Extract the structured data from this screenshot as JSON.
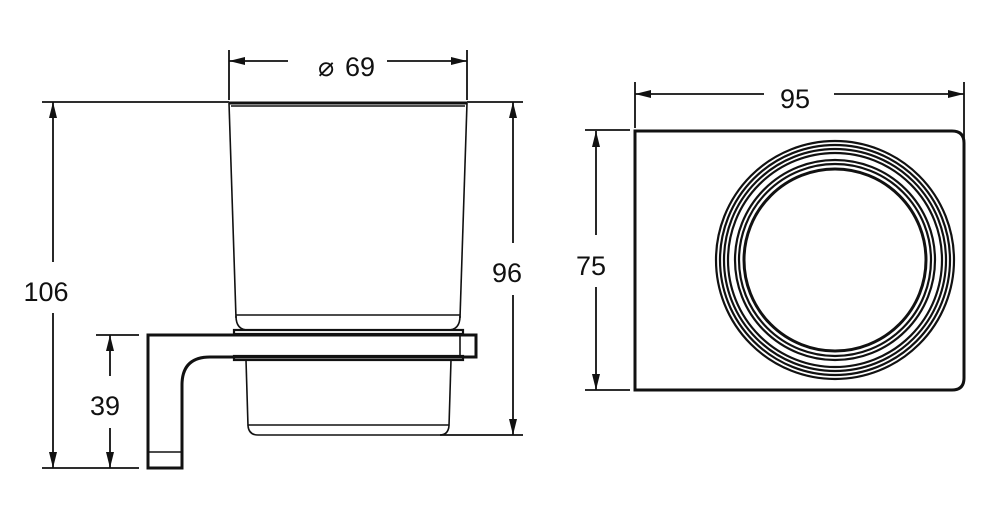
{
  "drawing": {
    "type": "technical-dimension-drawing",
    "subject": "wall-mounted tumbler holder",
    "units_implied": "mm",
    "line_color": "#111111",
    "background": "#ffffff"
  },
  "side_view": {
    "dimensions": {
      "cup_diameter": {
        "symbol": "⌀",
        "value": "69"
      },
      "overall_height": {
        "value": "106"
      },
      "cup_height": {
        "value": "96"
      },
      "bracket_height": {
        "value": "39"
      }
    }
  },
  "front_view": {
    "dimensions": {
      "plate_width": {
        "value": "95"
      },
      "plate_height": {
        "value": "75"
      }
    }
  }
}
